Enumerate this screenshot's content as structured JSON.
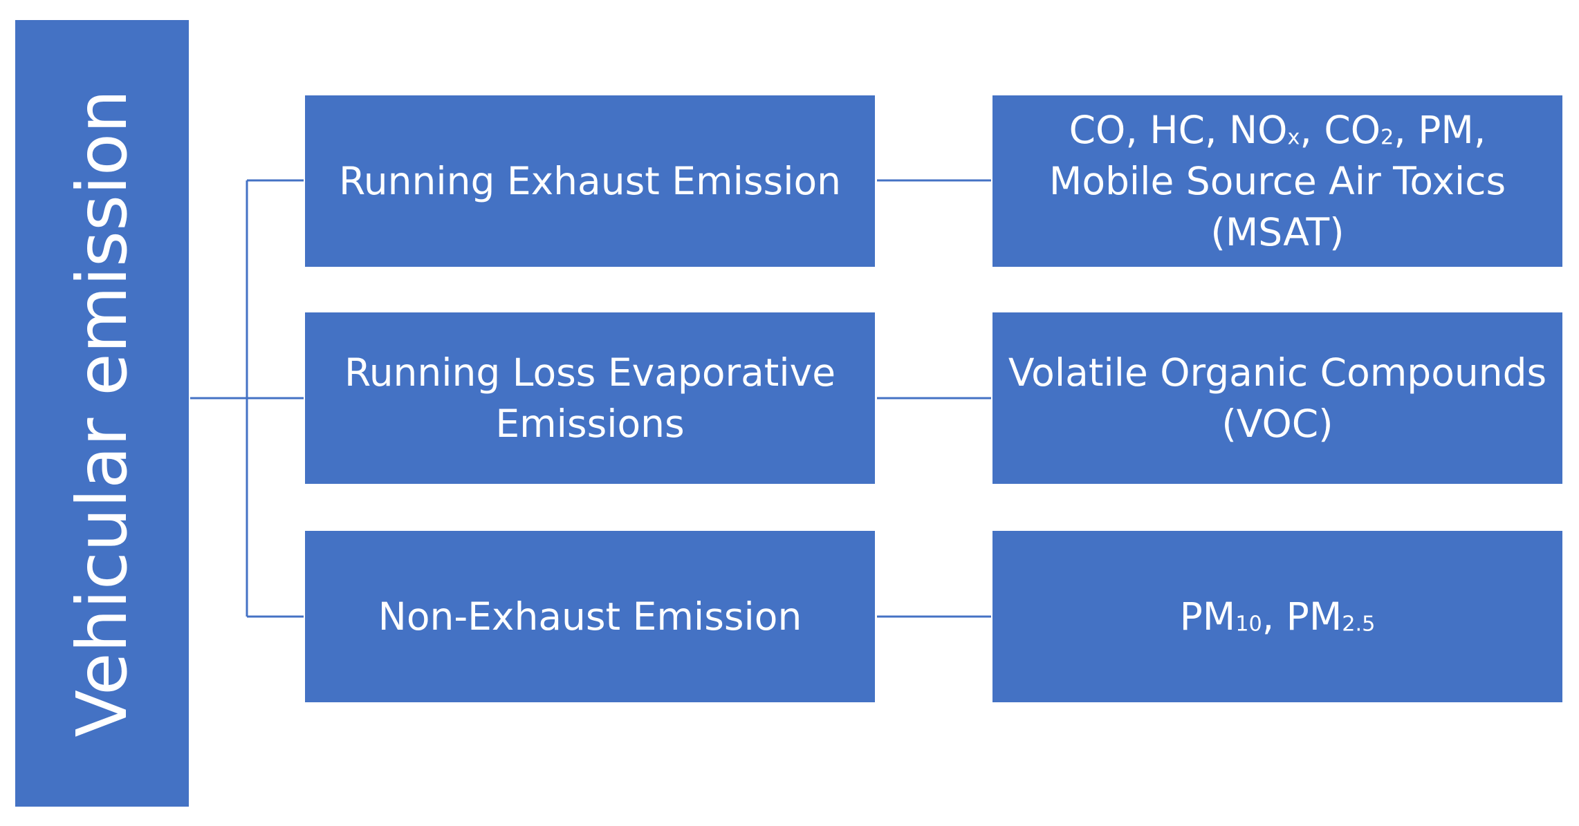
{
  "root": {
    "label": "Vehicular emission"
  },
  "categories": [
    {
      "label": "Running Exhaust Emission"
    },
    {
      "label_lines": [
        "Running Loss Evaporative",
        "Emissions"
      ]
    },
    {
      "label": "Non-Exhaust Emission"
    }
  ],
  "details": [
    {
      "line1": {
        "co": "CO, HC, NO",
        "x": "x",
        "comma": ", CO",
        "two": "2",
        "pm": ", PM,"
      },
      "line2": "Mobile Source Air Toxics",
      "line3": "(MSAT)"
    },
    {
      "line1": "Volatile Organic Compounds",
      "line2": "(VOC)"
    },
    {
      "pm_a": "PM",
      "sub_a": "10",
      "pm_b": ", PM",
      "sub_b": "2.5"
    }
  ],
  "colors": {
    "box_fill": "#4472c4",
    "connector": "#4472c4",
    "text": "#ffffff"
  }
}
